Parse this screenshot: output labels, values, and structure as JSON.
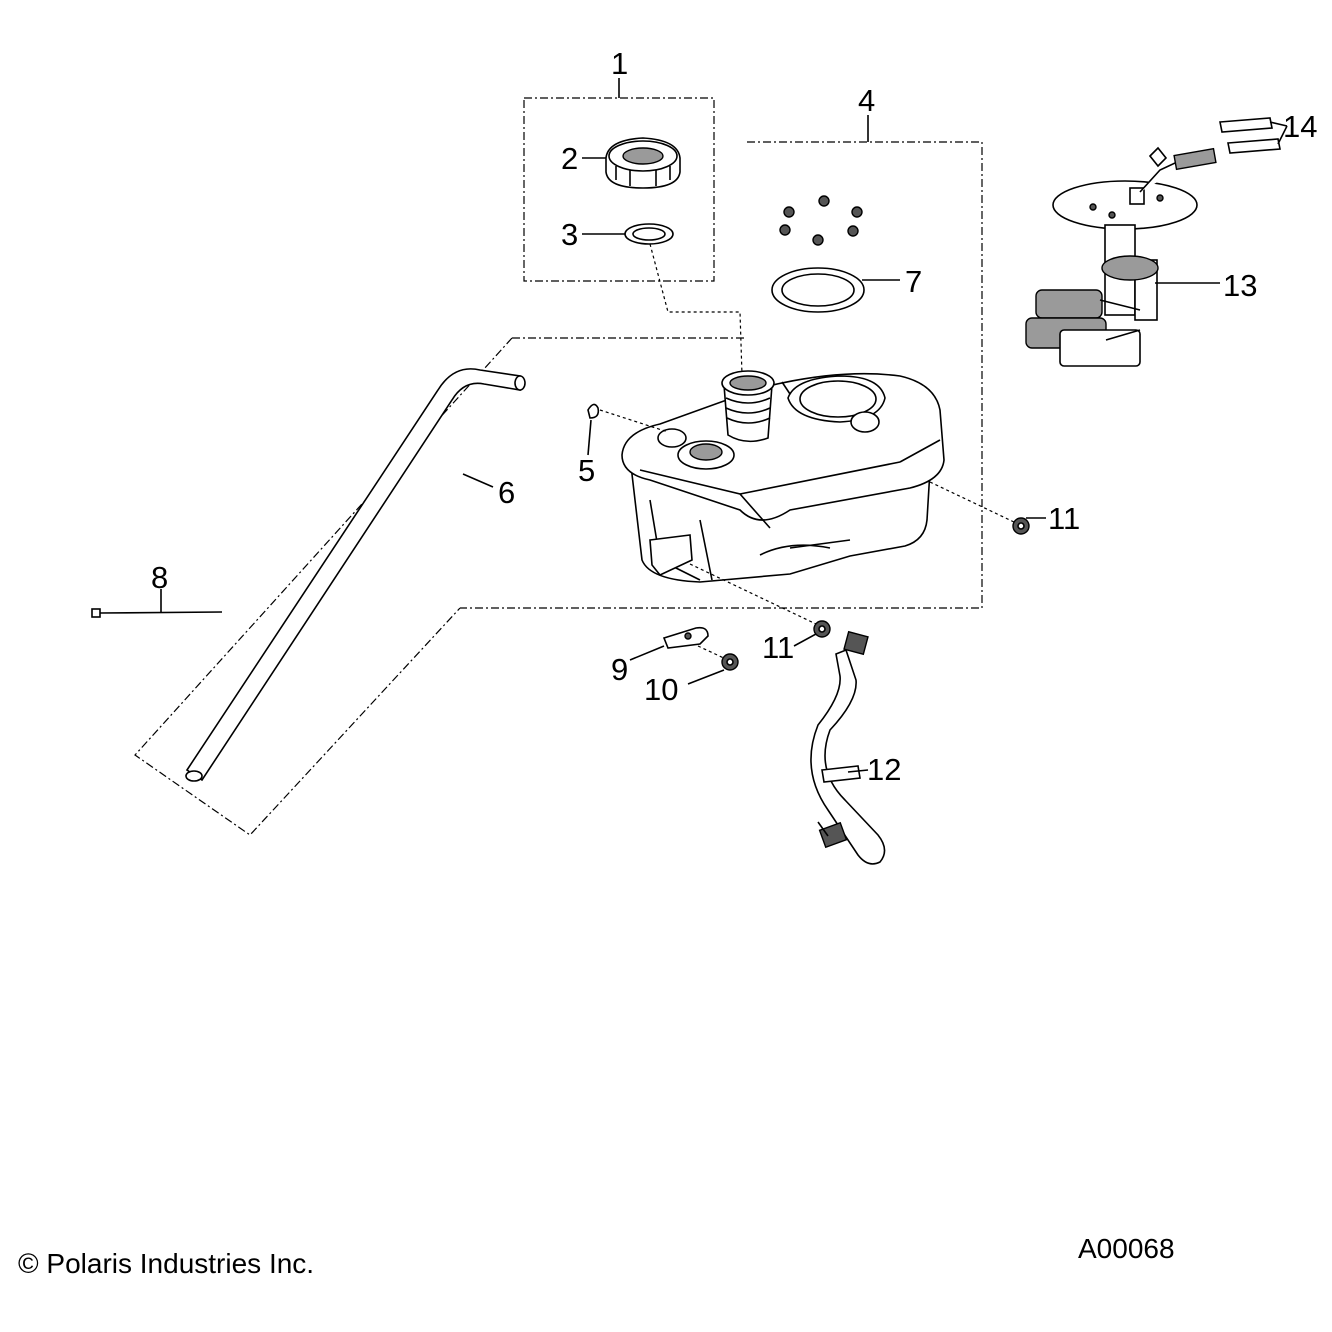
{
  "diagram": {
    "callouts": {
      "c1": "1",
      "c2": "2",
      "c3": "3",
      "c4": "4",
      "c5": "5",
      "c6": "6",
      "c7": "7",
      "c8": "8",
      "c9": "9",
      "c10": "10",
      "c11a": "11",
      "c11b": "11",
      "c12": "12",
      "c13": "13",
      "c14": "14"
    },
    "copyright": "© Polaris Industries Inc.",
    "figure_id": "A00068"
  }
}
